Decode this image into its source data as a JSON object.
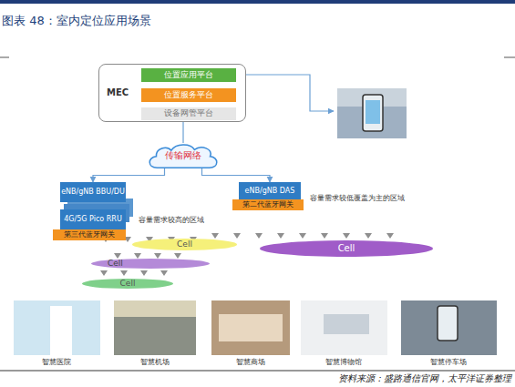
{
  "diagram": {
    "title": "图表 48：室内定位应用场景",
    "caption": "资料来源：盛路通信官网，太平洋证券整理",
    "nodes": [
      {
        "text": [
          "MEC"
        ]
      },
      {
        "text": [
          "位置应用平台"
        ],
        "in": 0
      },
      {
        "text": [
          "位置服务平台"
        ],
        "in": 0
      },
      {
        "text": [
          "设备网管平台"
        ],
        "in": 0
      },
      {
        "text": [
          "传输网络"
        ]
      },
      {
        "text": [
          "eNB/gNB BBU/DU"
        ]
      },
      {
        "text": [
          "4G/5G Pico RRU"
        ]
      },
      {
        "text": [
          "第三代蓝牙网关"
        ]
      },
      {
        "text": [
          "eNB/gNB DAS"
        ]
      },
      {
        "text": [
          "第二代蓝牙网关"
        ]
      },
      {
        "text": [
          "Cell"
        ]
      },
      {
        "text": [
          "Cell"
        ]
      },
      {
        "text": [
          "Cell"
        ]
      },
      {
        "text": [
          "Cell"
        ]
      }
    ],
    "edges": [
      {
        "from": 0,
        "to": 4,
        "arrow": "none"
      },
      {
        "from": 4,
        "to": 5,
        "arrow": "to"
      },
      {
        "from": 4,
        "to": 8,
        "arrow": "to"
      }
    ],
    "labels": [
      "容量需求较高的区域",
      "容量需求较低覆盖为主的区域",
      "智慧医院",
      "智慧机场",
      "智慧商场",
      "智慧博物馆",
      "智慧停车场"
    ]
  }
}
